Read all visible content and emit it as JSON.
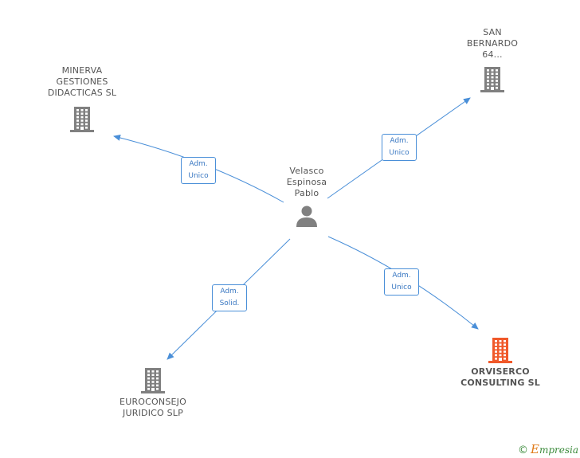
{
  "center": {
    "label_lines": [
      "Velasco",
      "Espinosa",
      "Pablo"
    ]
  },
  "nodes": {
    "minerva": {
      "label_lines": [
        "MINERVA",
        "GESTIONES",
        "DIDACTICAS SL"
      ]
    },
    "san_bernardo": {
      "label_lines": [
        "SAN",
        "BERNARDO",
        "64..."
      ]
    },
    "euroconsejo": {
      "label_lines": [
        "EUROCONSEJO",
        "JURIDICO SLP"
      ]
    },
    "orviserco": {
      "label_lines": [
        "ORVISERCO",
        "CONSULTING SL"
      ]
    }
  },
  "edges": {
    "minerva": {
      "line1": "Adm.",
      "line2": "Unico"
    },
    "san_bernardo": {
      "line1": "Adm.",
      "line2": "Unico"
    },
    "orviserco": {
      "line1": "Adm.",
      "line2": "Unico"
    },
    "euroconsejo": {
      "line1": "Adm.",
      "line2": "Solid."
    }
  },
  "colors": {
    "edge": "#4a8fd8",
    "building": "#808080",
    "building_highlight": "#f0592a",
    "person": "#808080"
  },
  "footer": {
    "copyright": "©",
    "brand_initial": "E",
    "brand_rest": "mpresia"
  }
}
